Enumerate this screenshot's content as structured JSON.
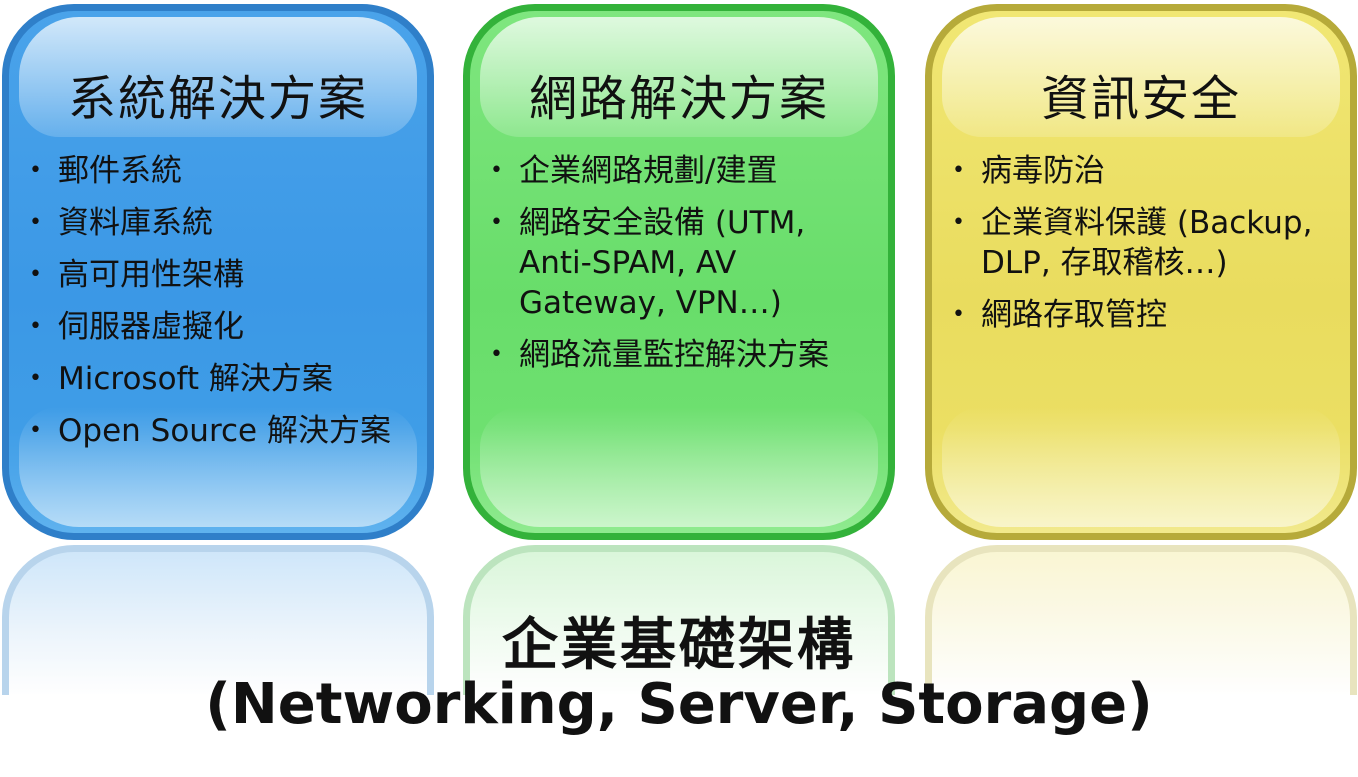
{
  "columns": [
    {
      "title": "系統解決方案",
      "items": [
        "郵件系統",
        "資料庫系統",
        "高可用性架構",
        "伺服器虛擬化",
        "Microsoft 解決方案",
        "Open Source 解決方案"
      ],
      "color": "#3b98e6"
    },
    {
      "title": "網路解決方案",
      "items": [
        "企業網路規劃/建置",
        "網路安全設備 (UTM, Anti-SPAM, AV Gateway, VPN…)",
        "網路流量監控解決方案"
      ],
      "color": "#68dd6a"
    },
    {
      "title": "資訊安全",
      "items": [
        "病毒防治",
        "企業資料保護 (Backup, DLP, 存取稽核…)",
        "網路存取管控"
      ],
      "color": "#e9dc5e"
    }
  ],
  "base": {
    "title": "企業基礎架構",
    "subtitle": "(Networking, Server, Storage)"
  },
  "bullet_symbol": "•"
}
